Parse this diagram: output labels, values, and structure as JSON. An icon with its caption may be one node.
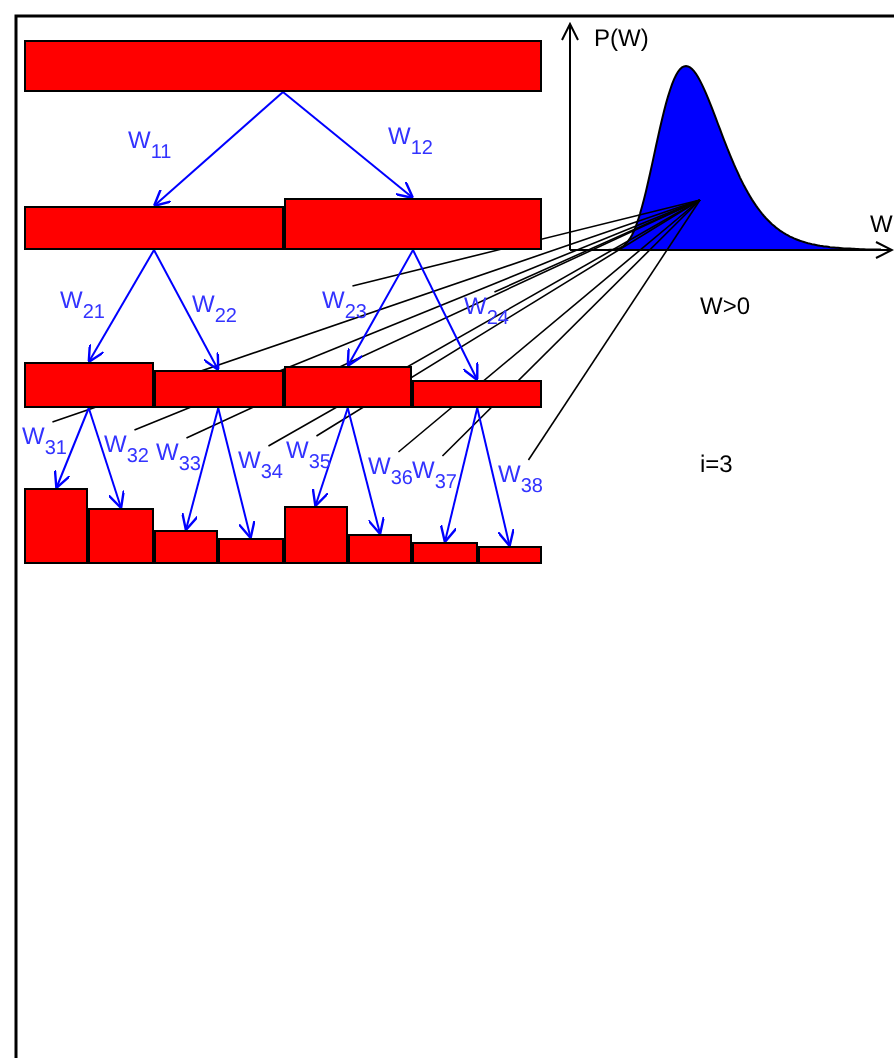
{
  "diagram": {
    "nodes": [
      {
        "text": [],
        "shape": "bar"
      },
      {
        "text": [],
        "shape": "bar"
      },
      {
        "text": [],
        "shape": "bar"
      },
      {
        "text": [],
        "shape": "bar"
      },
      {
        "text": [],
        "shape": "bar"
      },
      {
        "text": [],
        "shape": "bar"
      },
      {
        "text": [],
        "shape": "bar"
      },
      {
        "text": [],
        "shape": "bar"
      },
      {
        "text": [],
        "shape": "bar"
      },
      {
        "text": [],
        "shape": "bar"
      },
      {
        "text": [],
        "shape": "bar"
      },
      {
        "text": [],
        "shape": "bar"
      },
      {
        "text": [],
        "shape": "bar"
      },
      {
        "text": [],
        "shape": "bar"
      },
      {
        "text": [],
        "shape": "bar"
      }
    ],
    "edges": [
      {
        "from": 0,
        "to": 1,
        "arrow": "to",
        "label": "W$_{11}$"
      },
      {
        "from": 0,
        "to": 2,
        "arrow": "to",
        "label": "W$_{12}$"
      },
      {
        "from": 1,
        "to": 3,
        "arrow": "to",
        "label": "W$_{21}$"
      },
      {
        "from": 1,
        "to": 4,
        "arrow": "to",
        "label": "W$_{22}$"
      },
      {
        "from": 2,
        "to": 5,
        "arrow": "to",
        "label": "W$_{23}$"
      },
      {
        "from": 2,
        "to": 6,
        "arrow": "to",
        "label": "W$_{24}$"
      },
      {
        "from": 3,
        "to": 7,
        "arrow": "to",
        "label": "W$_{31}$"
      },
      {
        "from": 3,
        "to": 8,
        "arrow": "to",
        "label": "W$_{32}$"
      },
      {
        "from": 4,
        "to": 9,
        "arrow": "to",
        "label": "W$_{33}$"
      },
      {
        "from": 4,
        "to": 10,
        "arrow": "to",
        "label": "W$_{34}$"
      },
      {
        "from": 5,
        "to": 11,
        "arrow": "to",
        "label": "W$_{35}$"
      },
      {
        "from": 5,
        "to": 12,
        "arrow": "to",
        "label": "W$_{36}$"
      },
      {
        "from": 6,
        "to": 13,
        "arrow": "to",
        "label": "W$_{37}$"
      },
      {
        "from": 6,
        "to": 14,
        "arrow": "to",
        "label": "W$_{38}$"
      }
    ],
    "labels": [
      "P(W)",
      "W",
      "W>0",
      "i=3"
    ]
  }
}
